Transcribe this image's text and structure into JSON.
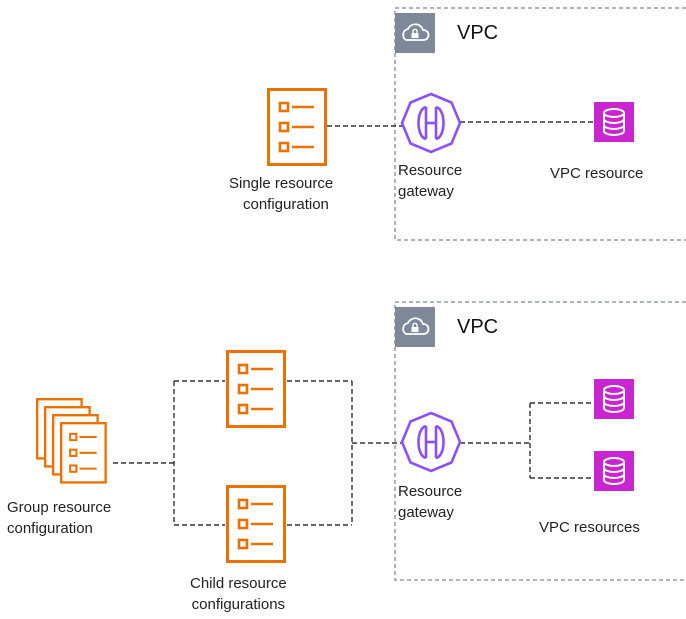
{
  "top": {
    "vpc_label": "VPC",
    "single_config_label_1": "Single resource",
    "single_config_label_2": "configuration",
    "gateway_label_1": "Resource",
    "gateway_label_2": "gateway",
    "resource_label": "VPC resource"
  },
  "bottom": {
    "vpc_label": "VPC",
    "group_config_label_1": "Group resource",
    "group_config_label_2": "configuration",
    "child_config_label_1": "Child resource",
    "child_config_label_2": "configurations",
    "gateway_label_1": "Resource",
    "gateway_label_2": "gateway",
    "resources_label": "VPC resources"
  },
  "colors": {
    "config_orange": "#ed7100",
    "gateway_purple": "#8c4fff",
    "db_magenta": "#c925d1",
    "vpc_gray": "#7d8998",
    "connector": "#333333"
  },
  "icons": {
    "config": "resource-configuration-icon",
    "gateway": "resource-gateway-icon",
    "database": "database-icon",
    "vpc": "vpc-cloud-lock-icon"
  }
}
